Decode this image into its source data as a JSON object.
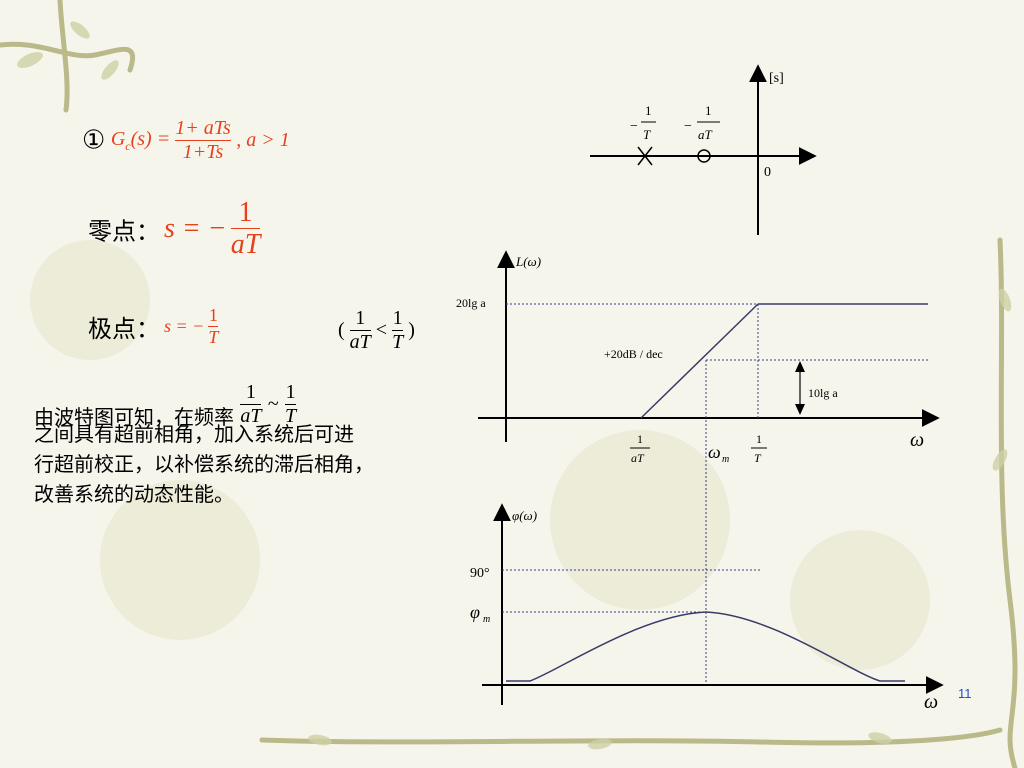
{
  "slide": {
    "page_number": "11",
    "colors": {
      "accent": "#e8401c",
      "ink": "#2e2e5c",
      "page_number": "#1f4fd1"
    }
  },
  "formula": {
    "marker": "①",
    "lhs": "G",
    "lhs_sub": "c",
    "lhs_arg": "(s) =",
    "num": "1+ aTs",
    "den": "1+Ts",
    "cond": ", a > 1"
  },
  "zero": {
    "label": "零点：",
    "lhs": "s = −",
    "num": "1",
    "den": "aT"
  },
  "pole": {
    "label": "极点：",
    "lhs": "s = −",
    "num": "1",
    "den": "T"
  },
  "ineq": {
    "open": "(",
    "n1": "1",
    "d1": "aT",
    "op": "<",
    "n2": "1",
    "d2": "T",
    "close": ")"
  },
  "desc": {
    "line1": "由波特图可知，在频率",
    "range_n1": "1",
    "range_d1": "aT",
    "range_sep": "~",
    "range_n2": "1",
    "range_d2": "T",
    "line2": "之间具有超前相角，加入系统后可进",
    "line3": "行超前校正，以补偿系统的滞后相角，",
    "line4": "改善系统的动态性能。"
  },
  "splane": {
    "axis_label": "[s]",
    "origin": "0",
    "pole_num": "1",
    "pole_den": "T",
    "pole_sign": "−",
    "zero_num": "1",
    "zero_den": "aT",
    "zero_sign": "−"
  },
  "mag": {
    "ylabel": "L(ω)",
    "top_level": "20lg a",
    "slope": "+20dB / dec",
    "half_level": "10lg a",
    "x1_num": "1",
    "x1_den": "aT",
    "xm": "ω",
    "xm_sub": "m",
    "x2_num": "1",
    "x2_den": "T",
    "xlabel": "ω"
  },
  "phase": {
    "ylabel": "φ(ω)",
    "deg90": "90°",
    "phim": "φ",
    "phim_sub": "m",
    "xlabel": "ω"
  }
}
